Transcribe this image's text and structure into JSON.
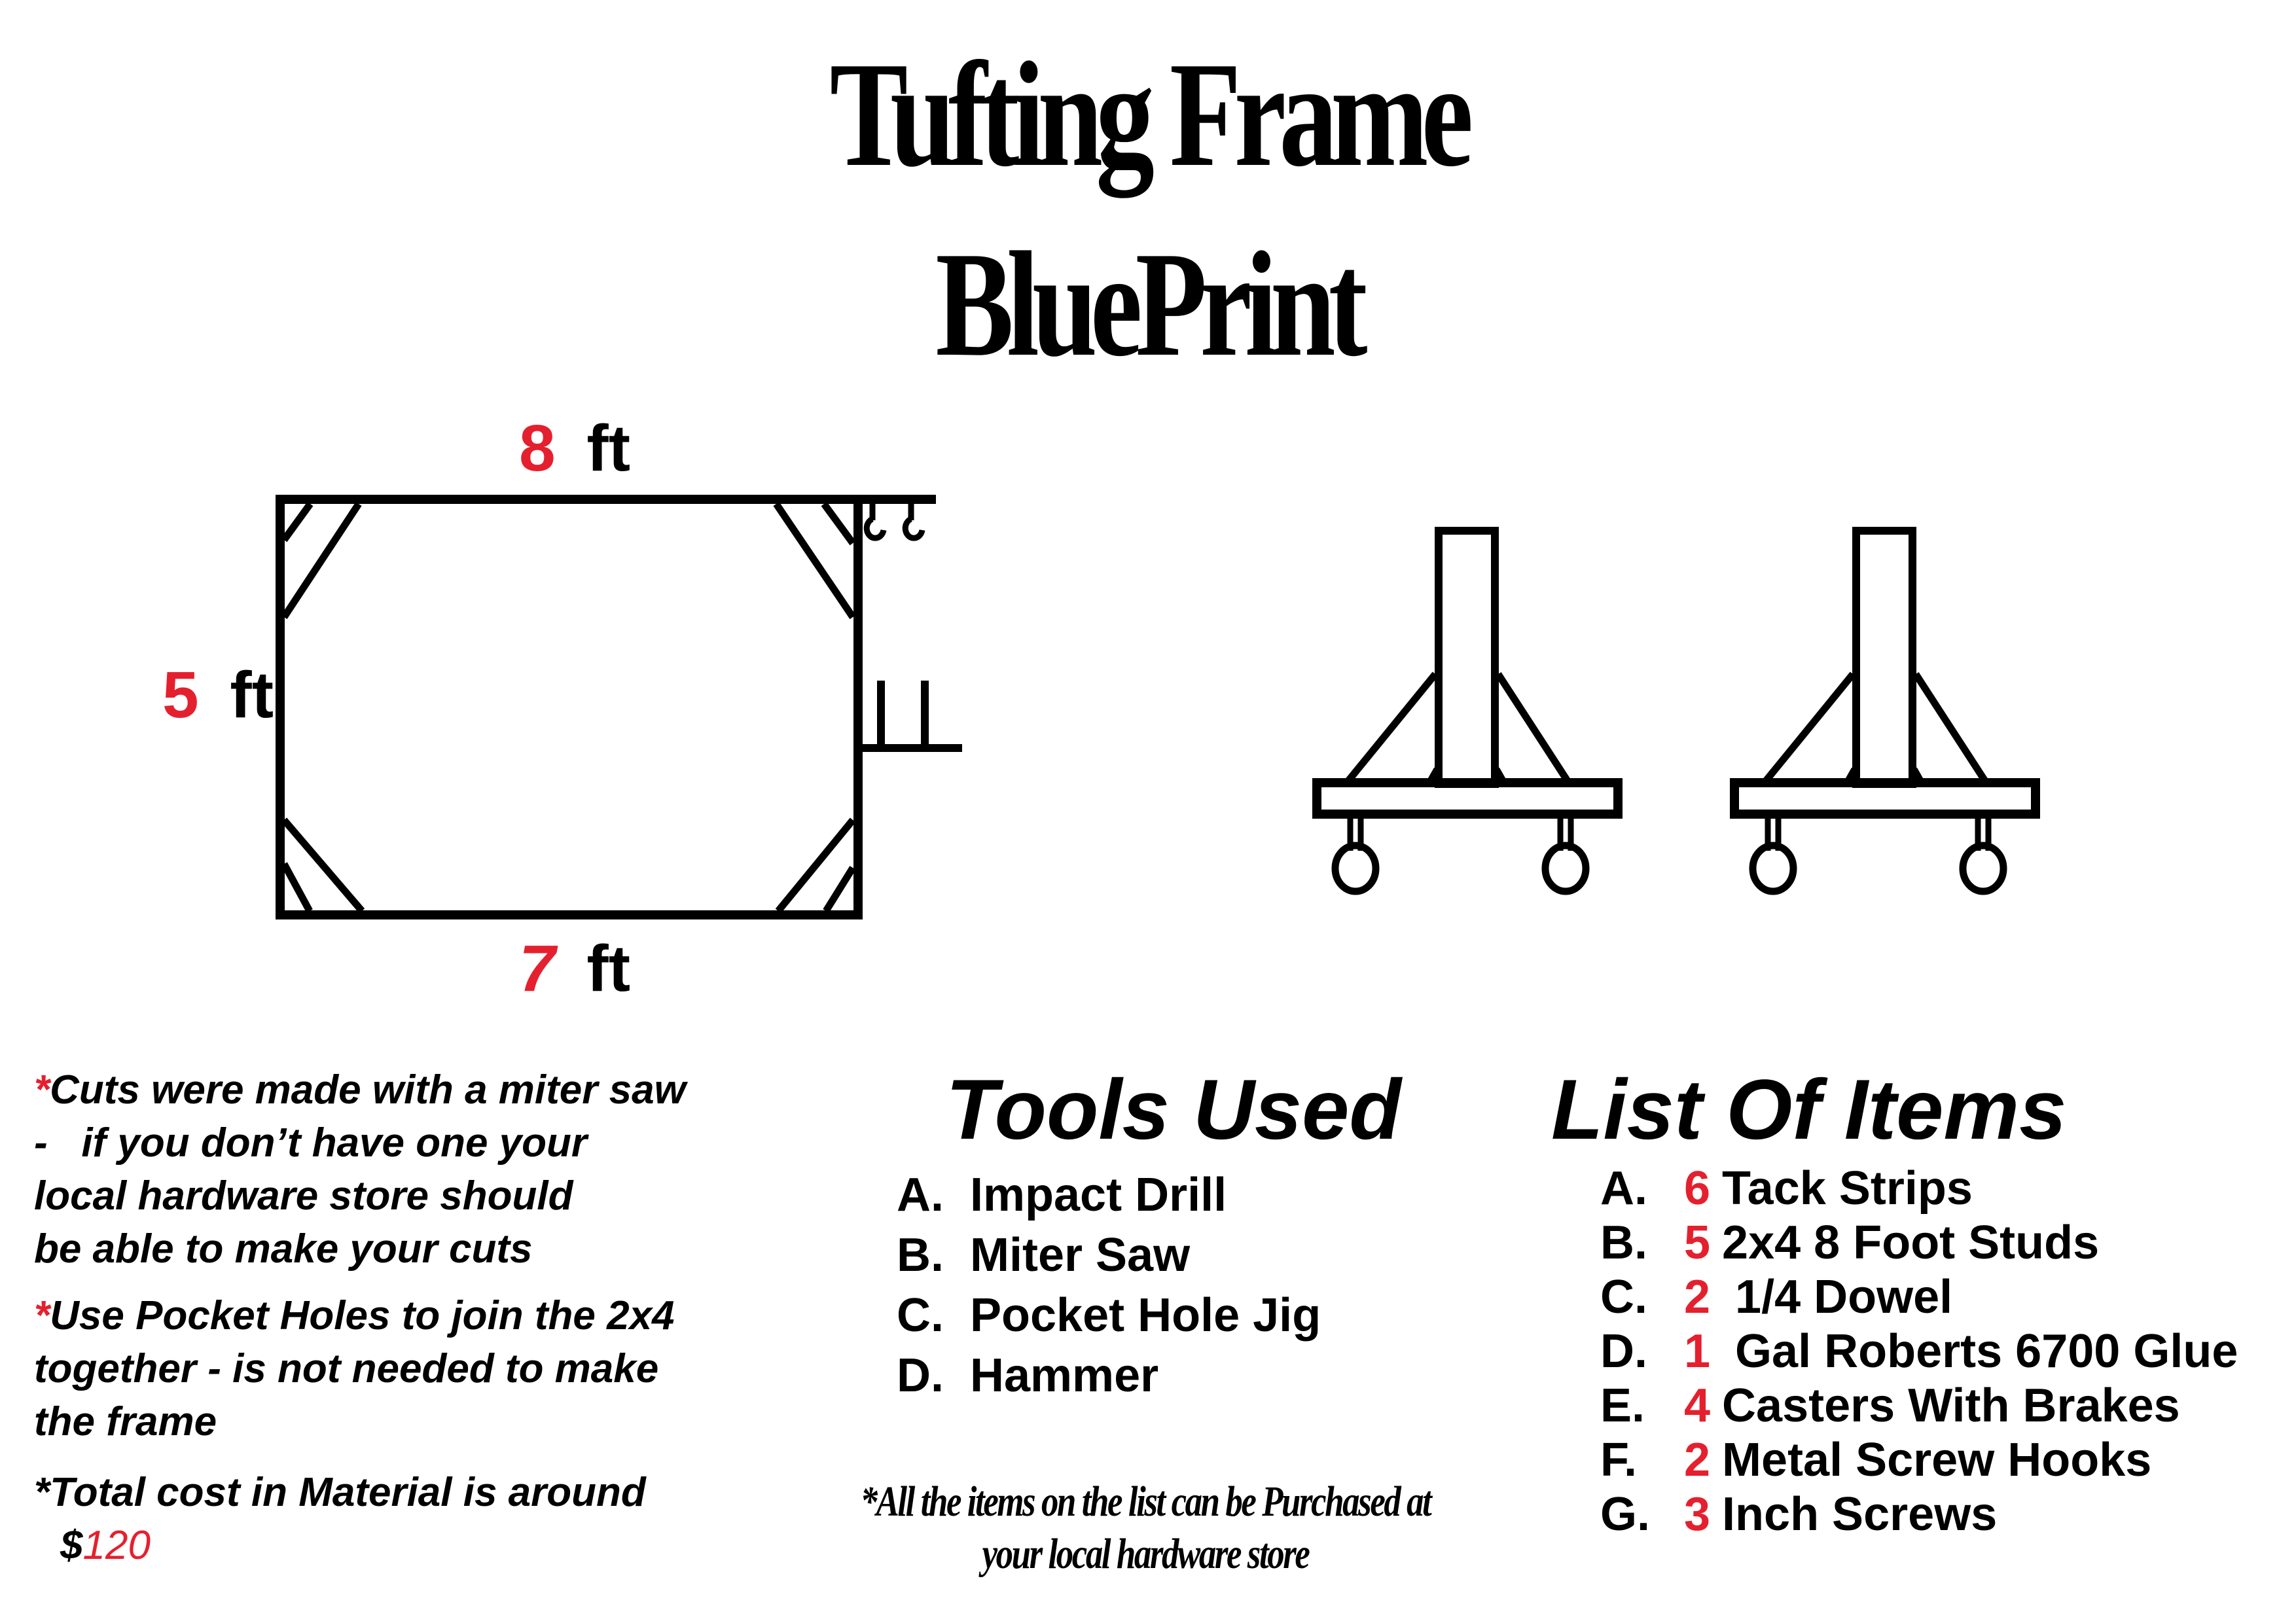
{
  "title": {
    "line1": "Tufting Frame",
    "line2": "BluePrint"
  },
  "colors": {
    "accent_red": "#e5202e",
    "ink": "#000000",
    "background": "#ffffff"
  },
  "frame_diagram": {
    "top_label": {
      "value": "8",
      "unit": "ft"
    },
    "side_label": {
      "value": "5",
      "unit": "ft"
    },
    "bottom_label": {
      "value": "7",
      "unit": "ft"
    },
    "icons": [
      "frame-rectangle",
      "corner-brace",
      "screw-hook",
      "dowel-shelf"
    ]
  },
  "stand_diagram": {
    "count": 2,
    "icons": [
      "stand-post",
      "diagonal-brace",
      "stand-base",
      "caster-wheel"
    ]
  },
  "notes": [
    {
      "marker": "*",
      "marker_color": "#e5202e",
      "lines": [
        "Cuts were made with a miter saw",
        "-   if you don’t have one your",
        "local hardware store should",
        "be able to make your cuts"
      ]
    },
    {
      "marker": "*",
      "marker_color": "#e5202e",
      "lines": [
        "Use Pocket Holes to join the 2x4",
        "together - is not needed to make",
        "the frame"
      ]
    },
    {
      "marker": "*",
      "marker_color": "#000000",
      "lines": [
        "Total cost in Material is around"
      ],
      "price_symbol": "$",
      "price_value": "120"
    }
  ],
  "tools": {
    "heading": "Tools Used",
    "items": [
      {
        "letter": "A.",
        "label": "Impact Drill"
      },
      {
        "letter": "B.",
        "label": "Miter Saw"
      },
      {
        "letter": "C.",
        "label": "Pocket Hole Jig"
      },
      {
        "letter": "D.",
        "label": "Hammer"
      }
    ]
  },
  "items": {
    "heading": "List Of Items",
    "entries": [
      {
        "letter": "A.",
        "qty": "6",
        "label": "Tack Strips"
      },
      {
        "letter": "B.",
        "qty": "5",
        "label": "2x4 8 Foot Studs"
      },
      {
        "letter": "C.",
        "qty": "2",
        "label": " 1/4 Dowel"
      },
      {
        "letter": "D.",
        "qty": "1",
        "label": " Gal Roberts 6700 Glue"
      },
      {
        "letter": "E.",
        "qty": "4",
        "label": "Casters With Brakes"
      },
      {
        "letter": "F.",
        "qty": "2",
        "label": "Metal Screw Hooks"
      },
      {
        "letter": "G.",
        "qty": "3",
        "label": "Inch Screws"
      }
    ]
  },
  "footer": {
    "line1": "*All the items on the list can be Purchased at",
    "line2": "your local hardware store"
  }
}
